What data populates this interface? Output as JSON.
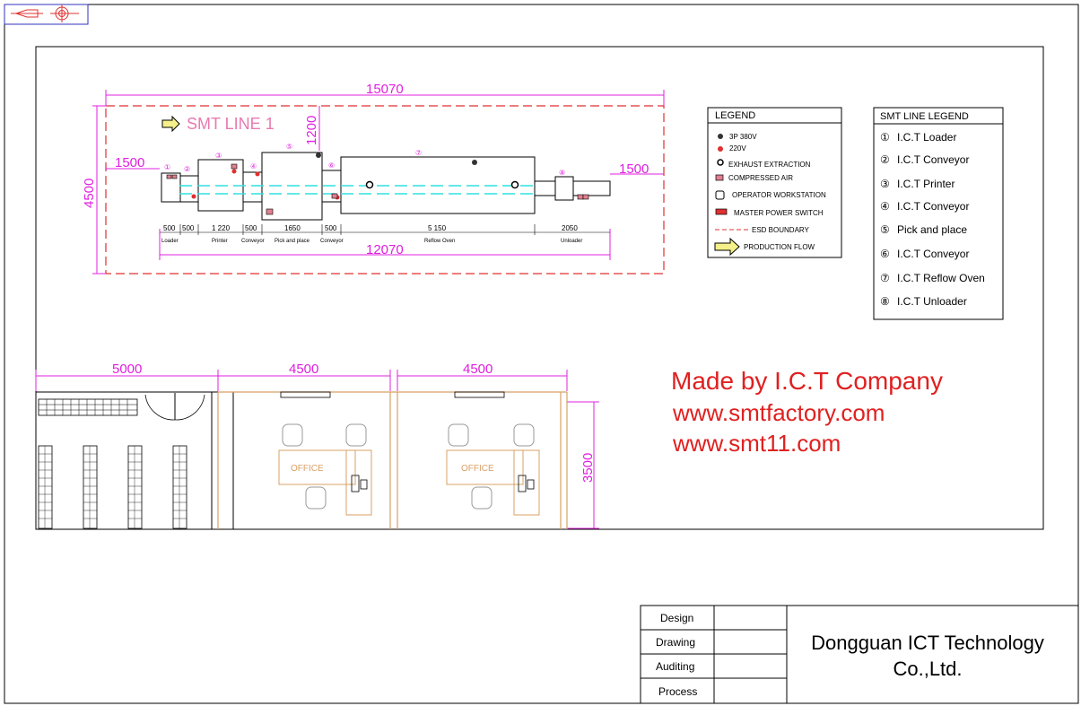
{
  "title": "SMT LINE 1",
  "dimensions": {
    "overall_width": "15070",
    "line_length": "12070",
    "overall_height": "4500",
    "left_clearance": "1500",
    "right_clearance": "1500",
    "top_clearance": "1200",
    "office_width": "5000",
    "office1_width": "4500",
    "office2_width": "4500",
    "office_depth": "3500"
  },
  "machines": [
    {
      "num": "①",
      "name": "Loader",
      "length": "500"
    },
    {
      "num": "②",
      "name": "",
      "length": "500"
    },
    {
      "num": "③",
      "name": "Printer",
      "length": "1 220"
    },
    {
      "num": "④",
      "name": "Conveyor",
      "length": "500"
    },
    {
      "num": "⑤",
      "name": "Pick and place",
      "length": "1650"
    },
    {
      "num": "⑥",
      "name": "Conveyor",
      "length": "500"
    },
    {
      "num": "⑦",
      "name": "Reflow Oven",
      "length": "5 150"
    },
    {
      "num": "⑧",
      "name": "Unloader",
      "length": "2050"
    }
  ],
  "legend": {
    "title": "LEGEND",
    "items": [
      "3P  380V",
      "220V",
      "EXHAUST EXTRACTION",
      "COMPRESSED AIR",
      "OPERATOR WORKSTATION",
      "MASTER POWER SWITCH",
      "ESD BOUNDARY",
      "PRODUCTION FLOW"
    ]
  },
  "smt_legend": {
    "title": "SMT LINE LEGEND",
    "items": [
      {
        "num": "①",
        "label": "I.C.T  Loader"
      },
      {
        "num": "②",
        "label": "I.C.T Conveyor"
      },
      {
        "num": "③",
        "label": "I.C.T Printer"
      },
      {
        "num": "④",
        "label": "I.C.T Conveyor"
      },
      {
        "num": "⑤",
        "label": "Pick and place"
      },
      {
        "num": "⑥",
        "label": "I.C.T Conveyor"
      },
      {
        "num": "⑦",
        "label": "I.C.T  Reflow Oven"
      },
      {
        "num": "⑧",
        "label": "I.C.T Unloader"
      }
    ]
  },
  "office_label": "OFFICE",
  "credits": {
    "line1": "Made by I.C.T Company",
    "line2": "www.smtfactory.com",
    "line3": "www.smt11.com"
  },
  "title_block": {
    "rows": [
      "Design",
      "Drawing",
      "Auditing",
      "Process"
    ],
    "company_line1": "Dongguan ICT Technology",
    "company_line2": "Co.,Ltd."
  },
  "colors": {
    "dimension": "#e020e0",
    "esd": "#e03030",
    "flow": "#30e0e0",
    "credits": "#e02020",
    "office": "#d9a066"
  }
}
